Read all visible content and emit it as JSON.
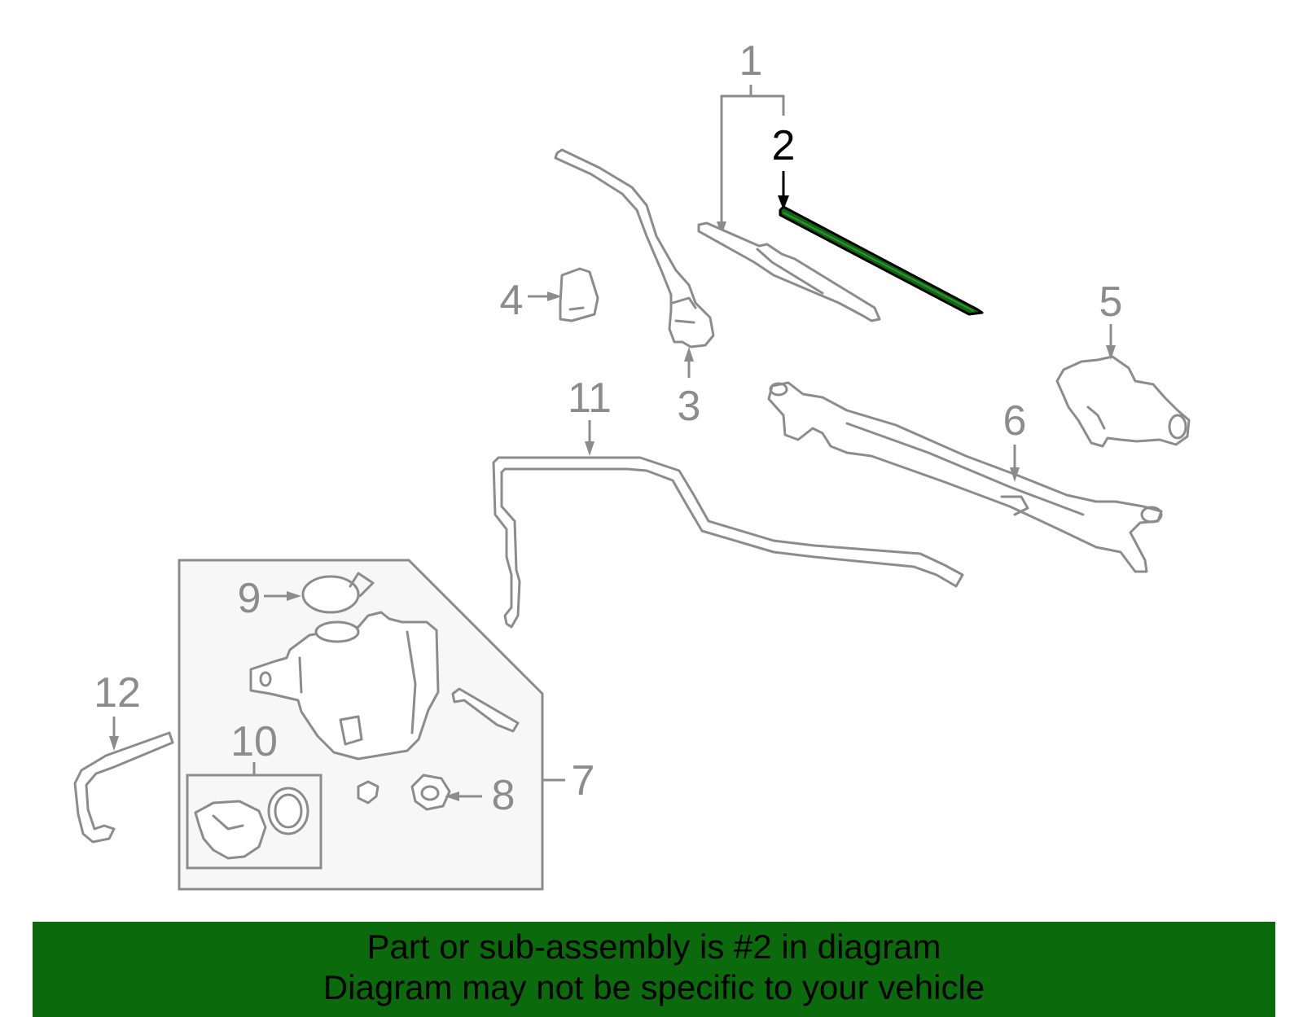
{
  "callouts": {
    "c1": "1",
    "c2": "2",
    "c3": "3",
    "c4": "4",
    "c5": "5",
    "c6": "6",
    "c7": "7",
    "c8": "8",
    "c9": "9",
    "c10": "10",
    "c11": "11",
    "c12": "12"
  },
  "highlighted_part": "2",
  "colors": {
    "highlight": "#0b6a0b",
    "banner_bg": "#0b6a0b",
    "part_stroke": "#8c8c8c",
    "kit_box_fill": "#f7f7f7"
  },
  "banner": {
    "line1": "Part or sub-assembly is #2 in diagram",
    "line2": "Diagram may not be specific to your vehicle"
  }
}
